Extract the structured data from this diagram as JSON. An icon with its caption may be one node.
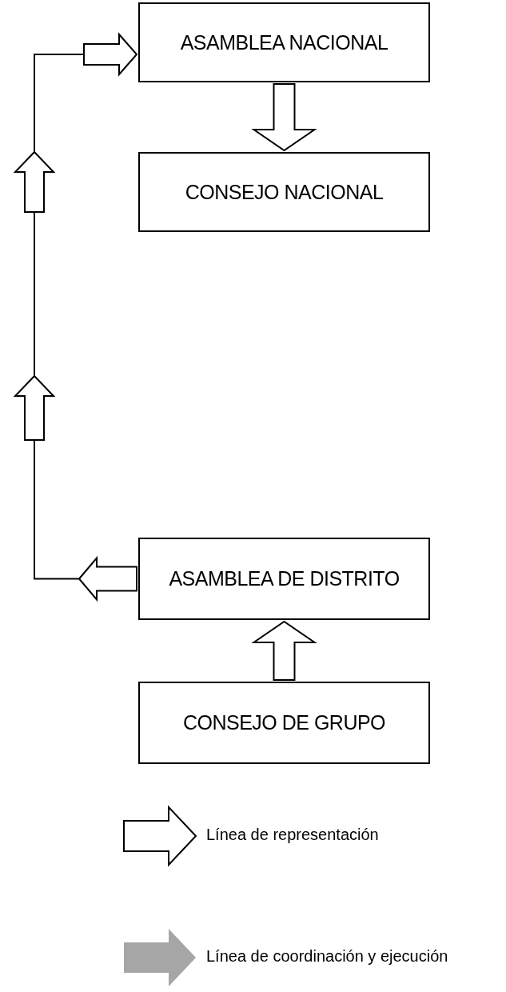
{
  "diagram": {
    "nodes": [
      {
        "text": [
          "ASAMBLEA NACIONAL"
        ]
      },
      {
        "text": [
          "CONSEJO NACIONAL"
        ]
      },
      {
        "text": [
          "ASAMBLEA DE DISTRITO"
        ]
      },
      {
        "text": [
          "CONSEJO DE GRUPO"
        ]
      }
    ],
    "edges": [
      {
        "from": 0,
        "to": 1,
        "arrow": "to"
      },
      {
        "from": 3,
        "to": 2,
        "arrow": "to"
      },
      {
        "from": 2,
        "to": 0,
        "arrow": "to"
      }
    ],
    "legend": [
      {
        "text": "Línea de representación"
      },
      {
        "text": "Línea de coordinación y ejecución",
        "color": "#a6a6a6"
      }
    ]
  }
}
